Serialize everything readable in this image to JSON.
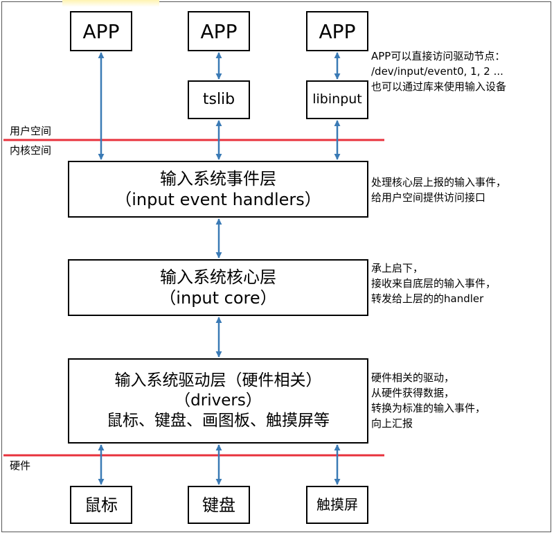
{
  "colors": {
    "arrow": "#3a7ab5",
    "divider": "#e8323c",
    "border": "#000000"
  },
  "top_boxes": {
    "app1": "APP",
    "app2": "APP",
    "app3": "APP",
    "tslib": "tslib",
    "libinput": "libinput"
  },
  "note_app": [
    "APP可以直接访问驱动节点：",
    "/dev/input/event0, 1, 2 ...",
    "也可以通过库来使用输入设备"
  ],
  "zones": {
    "user_space": "用户空间",
    "kernel_space": "内核空间",
    "hardware": "硬件"
  },
  "layers": {
    "event_handler": [
      "输入系统事件层",
      "（input event handlers）"
    ],
    "core": [
      "输入系统核心层",
      "（input core）"
    ],
    "drivers": [
      "输入系统驱动层（硬件相关）",
      "（drivers）",
      "鼠标、键盘、画图板、触摸屏等"
    ]
  },
  "note_event": [
    "处理核心层上报的输入事件，",
    "给用户空间提供访问接口"
  ],
  "note_core": [
    "承上启下，",
    "接收来自底层的输入事件，",
    "转发给上层的的handler"
  ],
  "note_drivers": [
    "硬件相关的驱动，",
    "从硬件获得数据，",
    "转换为标准的输入事件，",
    "向上汇报"
  ],
  "devices": {
    "mouse": "鼠标",
    "keyboard": "键盘",
    "touchscreen": "触摸屏"
  }
}
